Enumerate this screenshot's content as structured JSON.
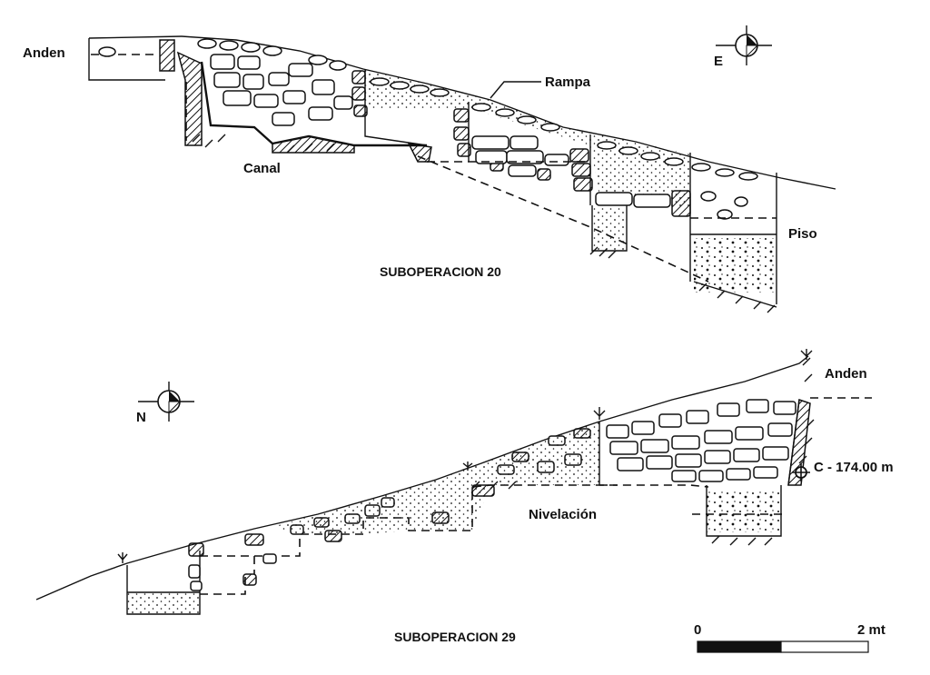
{
  "sections": {
    "top": {
      "title": "SUBOPERACION 20",
      "labels": {
        "anden": "Anden",
        "rampa": "Rampa",
        "canal": "Canal",
        "piso": "Piso"
      },
      "north_arrow": {
        "letter": "E",
        "icon": "north-arrow-icon"
      }
    },
    "bottom": {
      "title": "SUBOPERACION 29",
      "labels": {
        "anden": "Anden",
        "nivelacion": "Nivelación",
        "datum": "C - 174.00 m"
      },
      "north_arrow": {
        "letter": "N",
        "icon": "north-arrow-icon"
      }
    }
  },
  "scale_bar": {
    "start": "0",
    "end": "2 mt"
  }
}
